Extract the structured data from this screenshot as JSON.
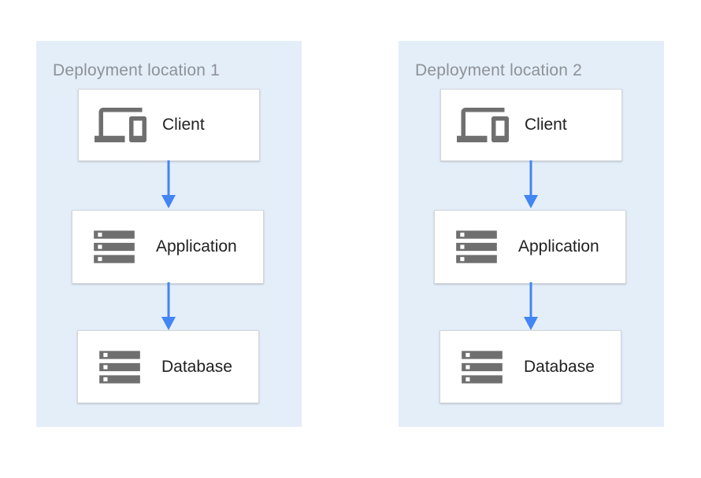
{
  "diagram": {
    "panels": [
      {
        "title": "Deployment location 1",
        "nodes": [
          {
            "label": "Client"
          },
          {
            "label": "Application"
          },
          {
            "label": "Database"
          }
        ]
      },
      {
        "title": "Deployment location 2",
        "nodes": [
          {
            "label": "Client"
          },
          {
            "label": "Application"
          },
          {
            "label": "Database"
          }
        ]
      }
    ],
    "icons": {
      "client": "devices-icon",
      "application": "server-stack-icon",
      "database": "server-stack-icon",
      "connector": "arrow-down-icon"
    },
    "colors": {
      "panel_background": "#e4eef9",
      "node_background": "#ffffff",
      "node_border": "#d3d6da",
      "arrow_blue": "#4285f4",
      "icon_gray": "#6f6f6f",
      "title_gray": "#8d9297",
      "label_text": "#212121"
    }
  }
}
